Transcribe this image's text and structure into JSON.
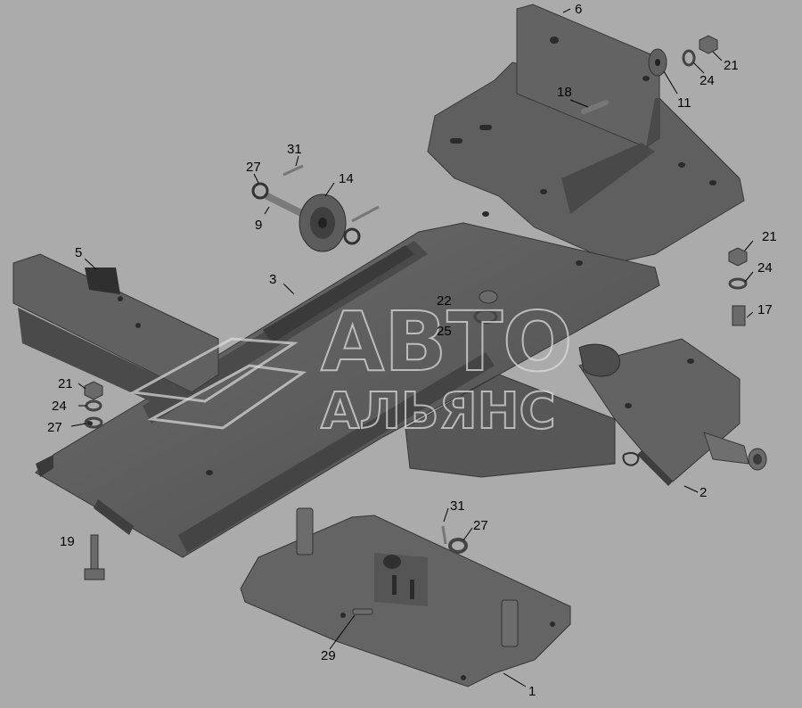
{
  "diagram": {
    "background": "#ababab",
    "part_color": "#5e5e5e",
    "part_shadow": "#3d3d3d",
    "part_highlight": "#8a8a8a",
    "labels": {
      "p1": "1",
      "p2": "2",
      "p3": "3",
      "p5": "5",
      "p6": "6",
      "p9": "9",
      "p11": "11",
      "p14": "14",
      "p17": "17",
      "p18": "18",
      "p19": "19",
      "p21a": "21",
      "p21b": "21",
      "p21c": "21",
      "p22": "22",
      "p24a": "24",
      "p24b": "24",
      "p24c": "24",
      "p25": "25",
      "p27a": "27",
      "p27b": "27",
      "p27c": "27",
      "p29": "29",
      "p31a": "31",
      "p31b": "31"
    },
    "watermark": {
      "line1": "АВТО",
      "line2": "АЛЬЯНС"
    }
  }
}
